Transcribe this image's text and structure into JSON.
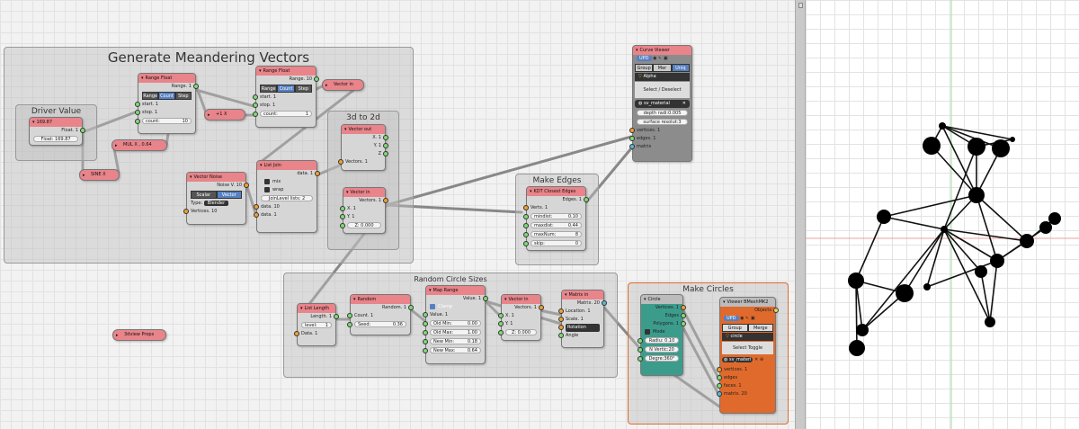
{
  "frames": {
    "generate": "Generate Meandering Vectors",
    "driver": "Driver Value",
    "threed": "3d to 2d",
    "edges": "Make Edges",
    "random": "Random Circle Sizes",
    "circles": "Make Circles"
  },
  "float_node": {
    "header": "169.87",
    "out": "Float. 1",
    "field": "Float: 169.87"
  },
  "range1": {
    "header": "Range Float",
    "out": "Range. 1",
    "modes": [
      "Range",
      "Count",
      "Step"
    ],
    "start": "start. 1",
    "stop": "stop. 1",
    "count": "count:",
    "count_val": "10"
  },
  "range2": {
    "header": "Range Float",
    "out": "Range. 10",
    "modes": [
      "Range",
      "Count",
      "Step"
    ],
    "start": "start. 1",
    "stop": "stop. 1",
    "count": "count:",
    "count_val": "1"
  },
  "plus1": "+1 X",
  "mulx": "MUL X , 0.64",
  "sinex": "SINE X",
  "vector_in_pill": "Vector in",
  "vnoise": {
    "header": "Vector Noise",
    "out": "Noise V. 10",
    "modes": [
      "Scalar",
      "Vector"
    ],
    "type_label": "Type:",
    "type_val": "Blender",
    "vertices": "Vertices. 10"
  },
  "listjoin": {
    "header": "List Join",
    "out": "data. 1",
    "mix": "mix",
    "wrap": "wrap",
    "joinlevel": "JoinLevel lists: 2",
    "data10": "data. 10",
    "data1": "data. 1"
  },
  "vecout": {
    "header": "Vector out",
    "x": "X. 1",
    "y": "Y. 1",
    "z": "Z",
    "in": "Vectors. 1"
  },
  "vecin1": {
    "header": "Vector in",
    "out": "Vectors. 1",
    "x": "X. 1",
    "y": "Y. 1",
    "z": "Z: 0.000"
  },
  "kdt": {
    "header": "KDT Closest Edges",
    "out": "Edges. 1",
    "verts": "Verts. 1",
    "mindist": "mindist:",
    "mindist_val": "0.10",
    "maxdist": "maxdist:",
    "maxdist_val": "0.44",
    "maxnum": "maxNum:",
    "maxnum_val": "8",
    "skip": "skip:",
    "skip_val": "0"
  },
  "curve": {
    "header": "Curve Viewer",
    "upd": "UPD",
    "tabs": [
      "Group",
      "Mer Dup",
      "Uniq"
    ],
    "alpha": "Alpha",
    "select": "Select / Deselect",
    "material": "sv_material",
    "depth": "depth radi:0.005",
    "surface": "surface resolut:3",
    "vertices": "vertices. 1",
    "edges": "edges. 1",
    "matrix": "matrix"
  },
  "listlen": {
    "header": "List Length",
    "out": "Length. 1",
    "level": "level:",
    "level_val": "1",
    "data": "Data. 1"
  },
  "random": {
    "header": "Random",
    "out": "Random. 1",
    "count": "Count. 1",
    "seed": "Seed:",
    "seed_val": "0.36"
  },
  "maprange": {
    "header": "Map Range",
    "out": "Value. 1",
    "clamp": "Clamp",
    "value": "Value. 1",
    "oldmin": "Old Min:",
    "oldmin_val": "0.00",
    "oldmax": "Old Max:",
    "oldmax_val": "1.00",
    "newmin": "New Min:",
    "newmin_val": "0.18",
    "newmax": "New Max:",
    "newmax_val": "0.64"
  },
  "vecin2": {
    "header": "Vector in",
    "out": "Vectors. 1",
    "x": "X. 1",
    "y": "Y. 1",
    "z": "Z: 0.000"
  },
  "matrixin": {
    "header": "Matrix in",
    "out": "Matrix. 20",
    "location": "Location. 1",
    "scale": "Scale. 1",
    "rotation": "Rotation",
    "angle": "Angle"
  },
  "circle": {
    "header": "Circle",
    "vertices": "Vertices. 1",
    "edges": "Edges",
    "polygons": "Polygons. 1",
    "mode": "Mode",
    "radius": "Radiu: 0.10",
    "nvert": "N Vertic:20",
    "degree": "Degre:360°"
  },
  "bmesh": {
    "header": "Viewer BMeshMK2",
    "objects": "Objects",
    "upd": "UPD",
    "group": "Group",
    "merge": "Merge",
    "name": "circle",
    "toggle": "Select Toggle",
    "material": "sv_materi",
    "vertices": "vertices. 1",
    "edges": "edges",
    "faces": "faces. 1",
    "matrix": "matrix. 20"
  },
  "props": "3dview Props",
  "colors": {
    "node_header": "#e8848a",
    "circle_body": "#3c9c8c",
    "bmesh_body": "#e06a2c",
    "socket_green": "#7edb76",
    "socket_orange": "#f0a030",
    "socket_blue": "#59b7d8"
  }
}
